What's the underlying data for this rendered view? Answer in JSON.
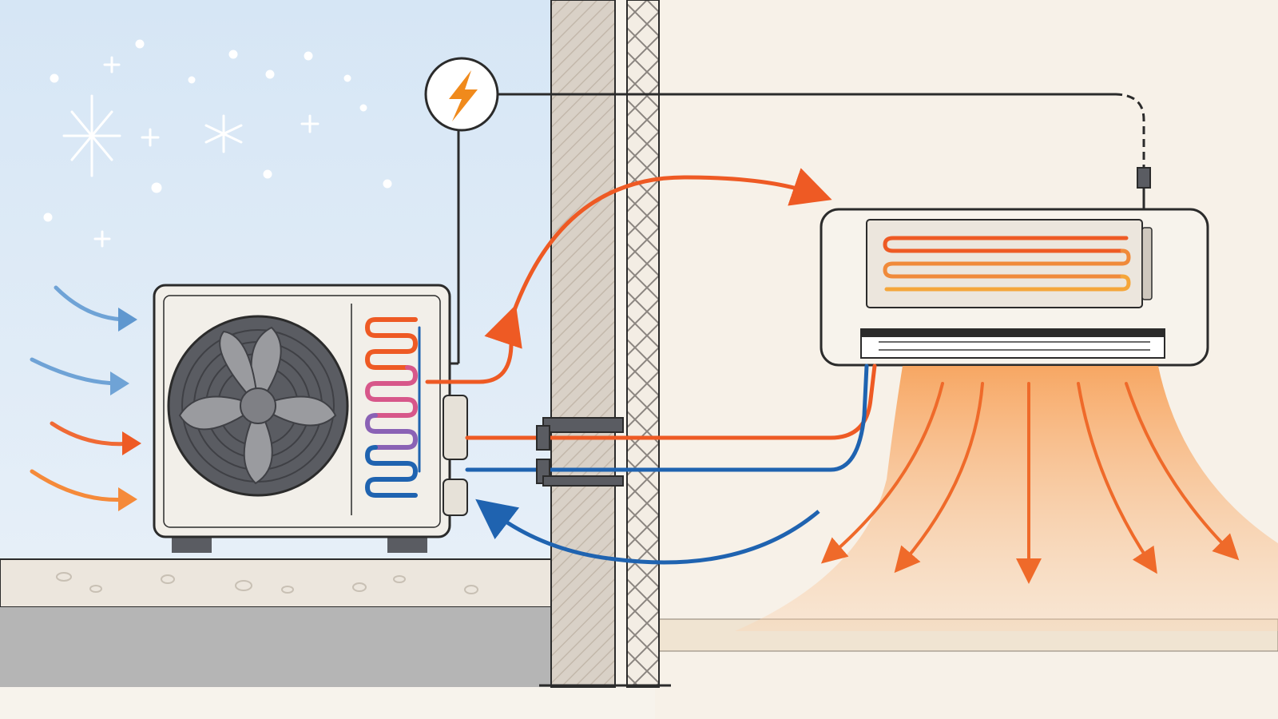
{
  "diagram": {
    "kind": "air-source heat pump heating cycle",
    "text_labels": []
  },
  "colors": {
    "outdoor_sky": "#dce9f6",
    "indoor_wall": "#f7f1e8",
    "hot_refrigerant": "#ee5a24",
    "cold_refrigerant": "#1f63b0",
    "warm_air": "#f7a35c",
    "outline": "#2b2b2b",
    "unit_body": "#f2efe9",
    "fan_grey": "#5a5c62",
    "power_bolt": "#f08a1c"
  },
  "icons": {
    "power": "lightning-bolt-icon",
    "snow": "snowflake-icon",
    "fan": "fan-icon"
  },
  "components": [
    "outdoor-unit",
    "indoor-unit",
    "wall",
    "power-supply",
    "refrigerant-lines",
    "warm-air-outflow",
    "outdoor-air-intake"
  ]
}
